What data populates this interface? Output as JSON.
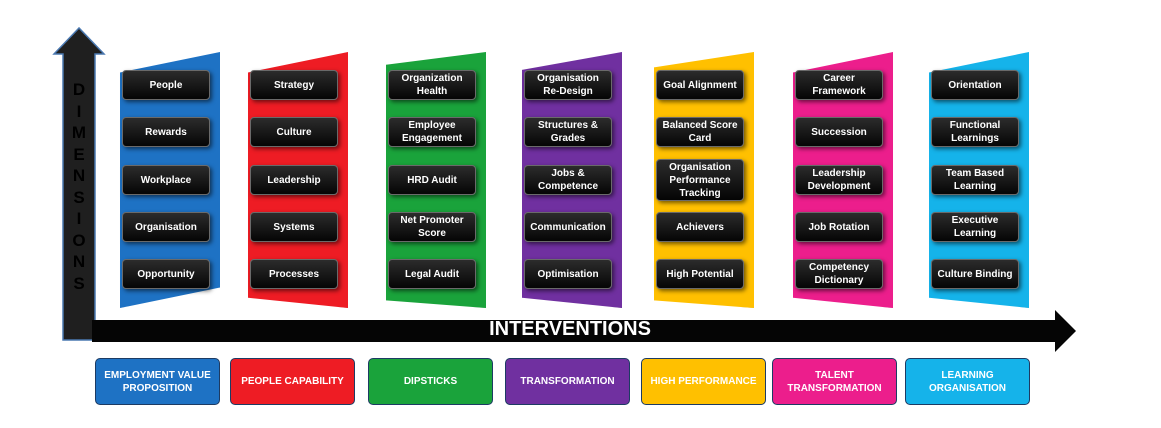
{
  "y_axis": {
    "letters": [
      "D",
      "I",
      "M",
      "E",
      "N",
      "S",
      "I",
      "O",
      "N",
      "S"
    ]
  },
  "x_axis": {
    "title": "INTERVENTIONS"
  },
  "columns": [
    {
      "color": "#1e72c4",
      "items": [
        "People",
        "Rewards",
        "Workplace",
        "Organisation",
        "Opportunity"
      ]
    },
    {
      "color": "#ee1c24",
      "items": [
        "Strategy",
        "Culture",
        "Leadership",
        "Systems",
        "Processes"
      ]
    },
    {
      "color": "#1aa33b",
      "items": [
        "Organization Health",
        "Employee Engagement",
        "HRD Audit",
        "Net Promoter Score",
        "Legal Audit"
      ]
    },
    {
      "color": "#7030a0",
      "items": [
        "Organisation Re-Design",
        "Structures & Grades",
        "Jobs & Competence",
        "Communication",
        "Optimisation"
      ]
    },
    {
      "color": "#ffc000",
      "items": [
        "Goal Alignment",
        "Balanced Score Card",
        "Organisation Performance Tracking",
        "Achievers",
        "High Potential"
      ]
    },
    {
      "color": "#ec1e8c",
      "items": [
        "Career Framework",
        "Succession",
        "Leadership Development",
        "Job Rotation",
        "Competency Dictionary"
      ]
    },
    {
      "color": "#15b3ea",
      "items": [
        "Orientation",
        "Functional Learnings",
        "Team Based Learning",
        "Executive Learning",
        "Culture Binding"
      ]
    }
  ],
  "categories": [
    {
      "label": "EMPLOYMENT  VALUE PROPOSITION",
      "color": "#1e72c4"
    },
    {
      "label": "PEOPLE CAPABILITY",
      "color": "#ee1c24"
    },
    {
      "label": "DIPSTICKS",
      "color": "#1aa33b"
    },
    {
      "label": "TRANSFORMATION",
      "color": "#7030a0"
    },
    {
      "label": "HIGH PERFORMANCE",
      "color": "#ffc000"
    },
    {
      "label": "TALENT TRANSFORMATION",
      "color": "#ec1e8c"
    },
    {
      "label": "LEARNING ORGANISATION",
      "color": "#15b3ea"
    }
  ]
}
